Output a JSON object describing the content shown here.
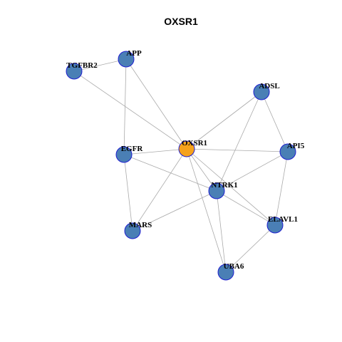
{
  "graph": {
    "title": "OXSR1",
    "colors": {
      "hub": "#f5a21b",
      "node": "#4a7fb5",
      "node_border": "#1f1fd0",
      "edge": "#aaaaaa"
    },
    "nodes": [
      {
        "id": "OXSR1",
        "label": "OXSR1",
        "hub": true
      },
      {
        "id": "APP",
        "label": "APP"
      },
      {
        "id": "TGFBR2",
        "label": "TGFBR2"
      },
      {
        "id": "ADSL",
        "label": "ADSL"
      },
      {
        "id": "API5",
        "label": "API5"
      },
      {
        "id": "EGFR",
        "label": "EGFR"
      },
      {
        "id": "NTRK1",
        "label": "NTRK1"
      },
      {
        "id": "MARS",
        "label": "MARS"
      },
      {
        "id": "ELAVL1",
        "label": "ELAVL1"
      },
      {
        "id": "UBA6",
        "label": "UBA6"
      }
    ],
    "edges": [
      [
        "TGFBR2",
        "APP"
      ],
      [
        "TGFBR2",
        "OXSR1"
      ],
      [
        "APP",
        "OXSR1"
      ],
      [
        "APP",
        "EGFR"
      ],
      [
        "EGFR",
        "OXSR1"
      ],
      [
        "EGFR",
        "NTRK1"
      ],
      [
        "EGFR",
        "MARS"
      ],
      [
        "ADSL",
        "OXSR1"
      ],
      [
        "ADSL",
        "NTRK1"
      ],
      [
        "ADSL",
        "API5"
      ],
      [
        "OXSR1",
        "API5"
      ],
      [
        "OXSR1",
        "NTRK1"
      ],
      [
        "OXSR1",
        "MARS"
      ],
      [
        "OXSR1",
        "ELAVL1"
      ],
      [
        "OXSR1",
        "UBA6"
      ],
      [
        "API5",
        "NTRK1"
      ],
      [
        "API5",
        "ELAVL1"
      ],
      [
        "NTRK1",
        "MARS"
      ],
      [
        "NTRK1",
        "ELAVL1"
      ],
      [
        "NTRK1",
        "UBA6"
      ],
      [
        "ELAVL1",
        "UBA6"
      ]
    ]
  }
}
